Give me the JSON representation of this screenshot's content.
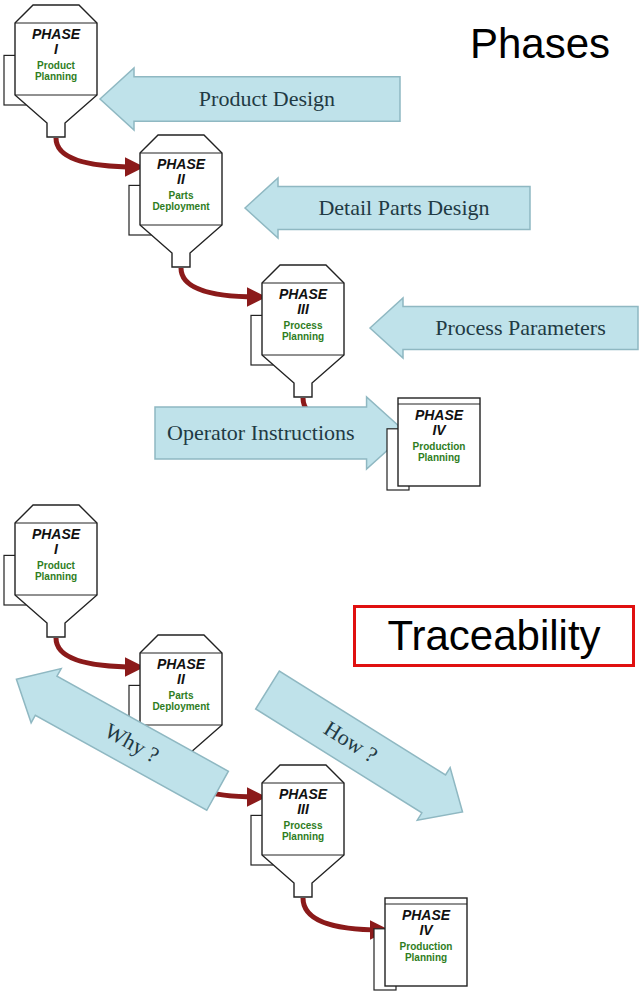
{
  "diagram": {
    "nodes": [
      {
        "text": [
          "PHASE I",
          "Product Planning"
        ]
      },
      {
        "text": [
          "Product Design"
        ]
      },
      {
        "text": [
          "PHASE II",
          "Parts Deployment"
        ]
      },
      {
        "text": [
          "Detail Parts Design"
        ]
      },
      {
        "text": [
          "PHASE III",
          "Process Planning"
        ]
      },
      {
        "text": [
          "Process Parameters"
        ]
      },
      {
        "text": [
          "Operator Instructions"
        ]
      },
      {
        "text": [
          "PHASE IV",
          "Production Planning"
        ]
      },
      {
        "text": [
          "Traceability"
        ]
      },
      {
        "text": [
          "PHASE I",
          "Product Planning"
        ]
      },
      {
        "text": [
          "How ?"
        ]
      },
      {
        "text": [
          "PHASE II",
          "Parts Deployment"
        ]
      },
      {
        "text": [
          "Why ?"
        ]
      },
      {
        "text": [
          "PHASE III",
          "Process Planning"
        ]
      },
      {
        "text": [
          "PHASE IV",
          "Production Planning"
        ]
      }
    ],
    "edges": [
      {
        "from": 0,
        "to": 2,
        "arrow": "to"
      },
      {
        "from": 2,
        "to": 4,
        "arrow": "to"
      },
      {
        "from": 4,
        "to": 7,
        "arrow": "to"
      },
      {
        "from": 9,
        "to": 11,
        "arrow": "to"
      },
      {
        "from": 11,
        "to": 13,
        "arrow": "to"
      },
      {
        "from": 13,
        "to": 14,
        "arrow": "to"
      }
    ],
    "labels": [
      "Phases"
    ]
  }
}
